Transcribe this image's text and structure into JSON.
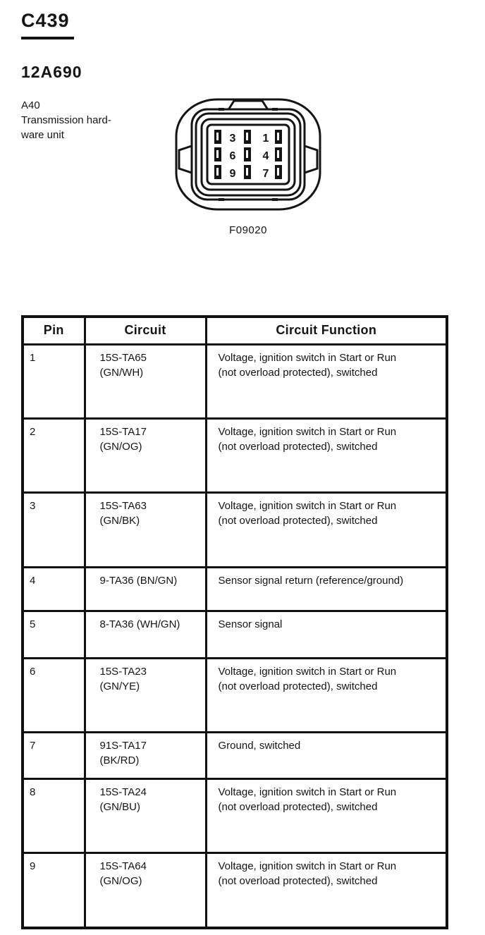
{
  "header": {
    "connector_id": "C439",
    "part_number": "12A690",
    "description_lines": [
      "A40",
      "Transmission hard-",
      "ware unit"
    ]
  },
  "figure": {
    "label": "F09020",
    "pin_rows": [
      {
        "labels": [
          "3",
          "1"
        ]
      },
      {
        "labels": [
          "6",
          "4"
        ]
      },
      {
        "labels": [
          "9",
          "7"
        ]
      }
    ]
  },
  "table": {
    "headers": [
      "Pin",
      "Circuit",
      "Circuit Function"
    ],
    "rows": [
      {
        "pin": "1",
        "circuit_lines": [
          "15S-TA65",
          "(GN/WH)"
        ],
        "function_lines": [
          "Voltage, ignition switch in Start or Run",
          "(not overload protected), switched"
        ]
      },
      {
        "pin": "2",
        "circuit_lines": [
          "15S-TA17",
          "(GN/OG)"
        ],
        "function_lines": [
          "Voltage, ignition switch in Start or Run",
          "(not overload protected), switched"
        ]
      },
      {
        "pin": "3",
        "circuit_lines": [
          "15S-TA63",
          "(GN/BK)"
        ],
        "function_lines": [
          "Voltage, ignition switch in Start or Run",
          "(not overload protected), switched"
        ]
      },
      {
        "pin": "4",
        "circuit_lines": [
          "9-TA36 (BN/GN)"
        ],
        "function_lines": [
          "Sensor signal return (reference/ground)"
        ]
      },
      {
        "pin": "5",
        "circuit_lines": [
          "8-TA36 (WH/GN)"
        ],
        "function_lines": [
          "Sensor signal"
        ]
      },
      {
        "pin": "6",
        "circuit_lines": [
          "15S-TA23",
          "(GN/YE)"
        ],
        "function_lines": [
          "Voltage, ignition switch in Start or Run",
          "(not overload protected), switched"
        ]
      },
      {
        "pin": "7",
        "circuit_lines": [
          "91S-TA17",
          "(BK/RD)"
        ],
        "function_lines": [
          "Ground, switched"
        ]
      },
      {
        "pin": "8",
        "circuit_lines": [
          "15S-TA24",
          "(GN/BU)"
        ],
        "function_lines": [
          "Voltage, ignition switch in Start or Run",
          "(not overload protected), switched"
        ]
      },
      {
        "pin": "9",
        "circuit_lines": [
          "15S-TA64",
          "(GN/OG)"
        ],
        "function_lines": [
          "Voltage, ignition switch in Start or Run",
          "(not overload protected), switched"
        ]
      }
    ]
  },
  "colors": {
    "ink": "#141414",
    "paper": "#ffffff"
  }
}
